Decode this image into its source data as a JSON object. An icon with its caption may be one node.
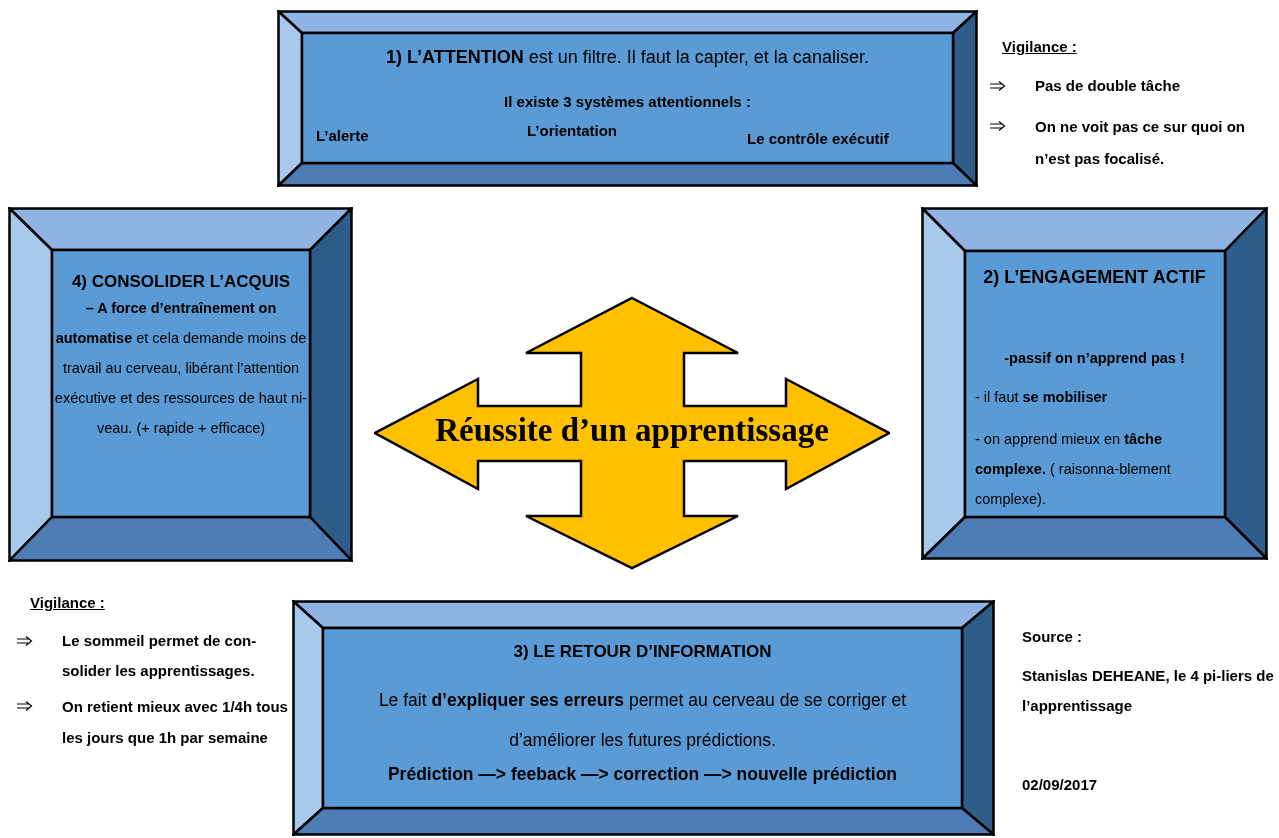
{
  "diagram": {
    "nodes": [
      {
        "text": [
          "**1) L’ATTENTION** est un filtre. Il faut la capter, et la canaliser.",
          "Il existe 3 systèmes attentionnels :",
          "L’alerte",
          "L’orientation",
          "Le contrôle exécutif"
        ]
      },
      {
        "text": [
          "4) CONSOLIDER L’ACQUIS",
          "**– A force d’entraînement on automatise** et cela demande moins de travail au cerveau, libérant l’attention exécutive et des ressources de haut ni-veau. (+ rapide + efficace)"
        ]
      },
      {
        "text": [
          "Réussite d’un apprentissage"
        ]
      },
      {
        "text": [
          "2) L’ENGAGEMENT ACTIF",
          "-passif on n’apprend pas !",
          "- il faut **se mobiliser**",
          "- on apprend mieux en **tâche complexe.** ( raisonna-blement complexe)."
        ]
      },
      {
        "text": [
          "3) LE RETOUR D’INFORMATION",
          "Le fait **d’expliquer ses erreurs** permet au cerveau de se corriger et d’améliorer les futures prédictions.",
          "Prédiction —> feeback —> correction —> nouvelle prédiction"
        ]
      }
    ],
    "labels": [
      "Vigilance :",
      "Pas de double tâche",
      "On ne voit pas ce sur quoi on n’est pas focalisé.",
      "Vigilance :",
      "Le sommeil permet de con-solider les apprentissages.",
      "On retient mieux avec 1/4h tous les jours que 1h par semaine",
      "Source :",
      "Stanislas DEHEANE, le 4 pi-liers de l’apprentissage",
      "02/09/2017"
    ]
  }
}
